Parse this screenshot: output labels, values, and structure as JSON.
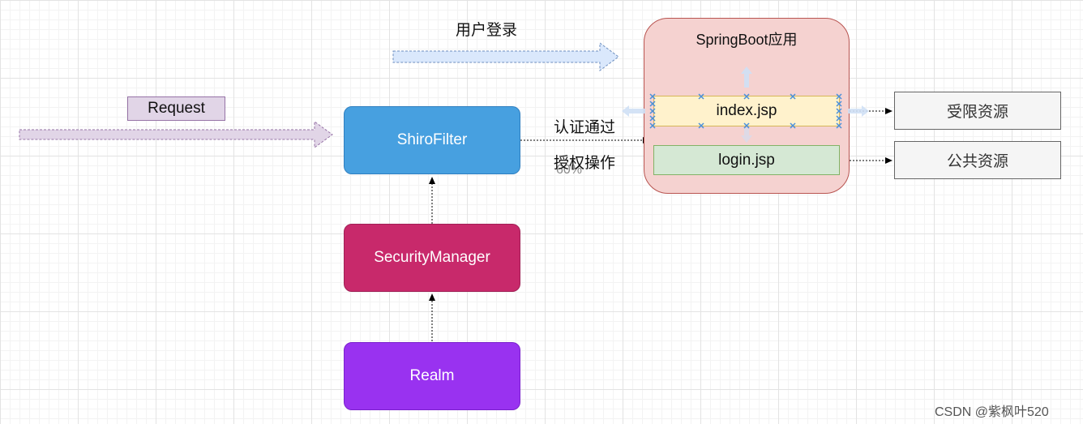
{
  "labels": {
    "user_login": "用户登录",
    "request": "Request",
    "auth_pass": "认证通过",
    "authz_op": "授权操作",
    "percent": "60%",
    "watermark": "CSDN @紫枫叶520"
  },
  "nodes": {
    "shiro_filter": "ShiroFilter",
    "security_manager": "SecurityManager",
    "realm": "Realm",
    "springboot_app": "SpringBoot应用",
    "index_jsp": "index.jsp",
    "login_jsp": "login.jsp",
    "restricted": "受限资源",
    "public": "公共资源"
  },
  "colors": {
    "shiro_filter": "#47a0e0",
    "security_manager": "#c8296b",
    "realm": "#9932f0",
    "springboot_bg": "#f5d2d0",
    "springboot_border": "#b85450",
    "index_bg": "#fff2cc",
    "index_border": "#d6b656",
    "login_bg": "#d5e8d4",
    "login_border": "#82b366",
    "resource_bg": "#f5f5f5",
    "request_bg": "#e1d5e7",
    "request_border": "#9673a6",
    "selection_handle": "#4a90d9"
  }
}
